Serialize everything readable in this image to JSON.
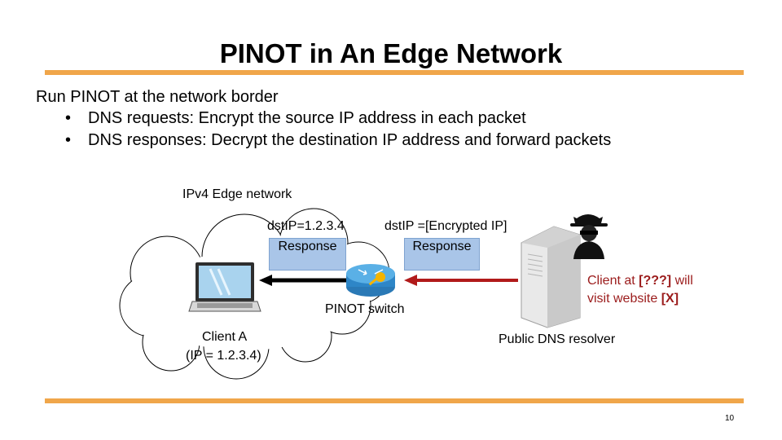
{
  "slide": {
    "title": "PINOT in An Edge Network",
    "intro": "Run PINOT at the network border",
    "bullets": [
      "DNS requests: Encrypt the source IP address in each packet",
      "DNS responses: Decrypt the destination IP address and forward packets"
    ],
    "page_number": "10"
  },
  "diagram": {
    "network_label": "IPv4 Edge network",
    "left_header": "dstIP=1.2.3.4",
    "right_header": "dstIP =[Encrypted IP]",
    "left_box": "Response",
    "right_box": "Response",
    "switch_label": "PINOT switch",
    "client_label_line1": "Client A",
    "client_label_line2": "(IP = 1.2.3.4)",
    "resolver_label": "Public DNS resolver",
    "attacker_note": {
      "p1": "Client at ",
      "b1": "[???]",
      "p2": " will",
      "p3": "visit website ",
      "b2": "[X]"
    },
    "colors": {
      "accent_bar": "#f0a64a",
      "box_fill": "#a9c5e8",
      "arrow_red": "#b11a1a",
      "arrow_black": "#000000",
      "note_text": "#9b1b1b"
    }
  }
}
